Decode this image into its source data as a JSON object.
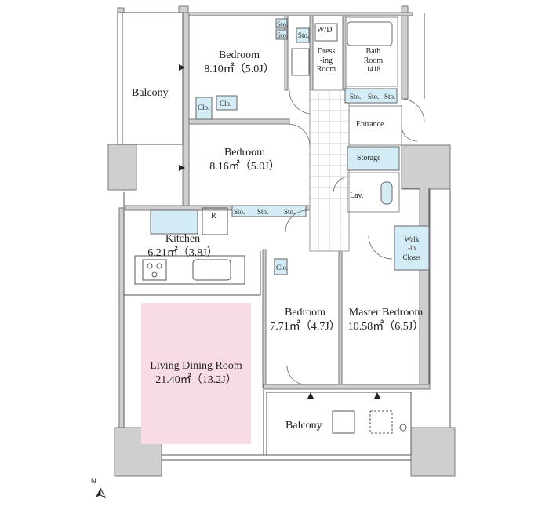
{
  "rooms": {
    "bedroom1": {
      "name": "Bedroom",
      "size": "8.10㎡（5.0J）"
    },
    "bedroom2": {
      "name": "Bedroom",
      "size": "8.16㎡（5.0J）"
    },
    "bedroom3": {
      "name": "Bedroom",
      "size": "7.71㎡（4.7J）"
    },
    "master": {
      "name": "Master Bedroom",
      "size": "10.58㎡（6.5J）"
    },
    "kitchen": {
      "name": "Kitchen",
      "size": "6.21㎡（3.8J）"
    },
    "living": {
      "name": "Living Dining Room",
      "size": "21.40㎡（13.2J）"
    },
    "balcony_left": {
      "name": "Balcony"
    },
    "balcony_bottom": {
      "name": "Balcony"
    },
    "dressing": {
      "line1": "Dress",
      "line2": "-ing",
      "line3": "Room"
    },
    "bath": {
      "line1": "Bath",
      "line2": "Room",
      "line3": "1418"
    },
    "entrance": {
      "name": "Entrance"
    },
    "storage": {
      "name": "Storage"
    },
    "lav": {
      "name": "Lav."
    },
    "walkin": {
      "line1": "Walk",
      "line2": "-in",
      "line3": "Closet"
    },
    "wd": {
      "name": "W/D"
    }
  },
  "labels": {
    "sto": "Sto.",
    "clo": "Clo.",
    "fridge": "R"
  },
  "compass": {
    "north": "N"
  },
  "colors": {
    "wall_fill": "#cfcfcf",
    "wall_stroke": "#7a7a7a",
    "storage_fill": "#d4ecf5",
    "living_fill": "#f7dbe7",
    "tile": "#bdbdbd"
  }
}
